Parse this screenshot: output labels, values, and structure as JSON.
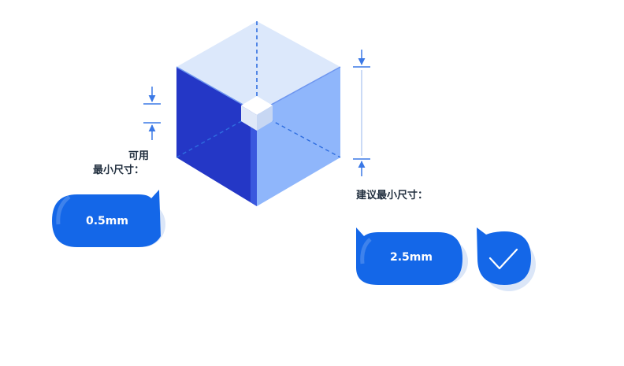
{
  "labels": {
    "available_line1": "可用",
    "available_line2": "最小尺寸：",
    "recommended": "建议最小尺寸："
  },
  "badges": {
    "available_value": "0.5mm",
    "recommended_value": "2.5mm"
  },
  "icons": {
    "check": "checkmark-icon"
  },
  "colors": {
    "primary_blue": "#1467e8",
    "cube_top": "#dce8fb",
    "cube_left": "#2437c6",
    "cube_right": "#8fb6fb",
    "dimension_line": "#4a7fe0"
  }
}
